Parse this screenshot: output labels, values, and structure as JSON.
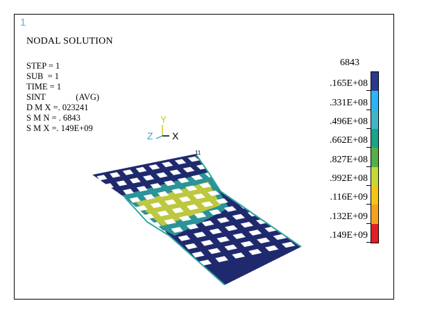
{
  "window_number": "1",
  "title": "NODAL  SOLUTION",
  "info": {
    "step": "STEP = 1",
    "sub": "SUB  = 1",
    "time": "TIME = 1",
    "sint": "SINT              (AVG)",
    "dmx": "D M X =. 023241",
    "smn": "S M N = . 6843",
    "smx": "S M X =. 149E+09"
  },
  "axes": {
    "y": "Y",
    "z": "Z",
    "x": "X",
    "marker": "11"
  },
  "legend": {
    "top_value": "6843",
    "labels": [
      ".165E+08",
      ".331E+08",
      ".496E+08",
      ".662E+08",
      ".827E+08",
      ".992E+08",
      ".116E+09",
      ".132E+09",
      ".149E+09"
    ],
    "colors": [
      "#2a3a8c",
      "#29b6f6",
      "#3fb6c6",
      "#1aa488",
      "#55b046",
      "#c2d938",
      "#f3c614",
      "#f5a21b",
      "#e31e24"
    ]
  },
  "plot_colors": {
    "mesh": "#1f2a6e",
    "hole": "#ffffff",
    "mid_teal": "#2fa6a0",
    "hot": "#d8d030",
    "red": "#d81e24"
  }
}
